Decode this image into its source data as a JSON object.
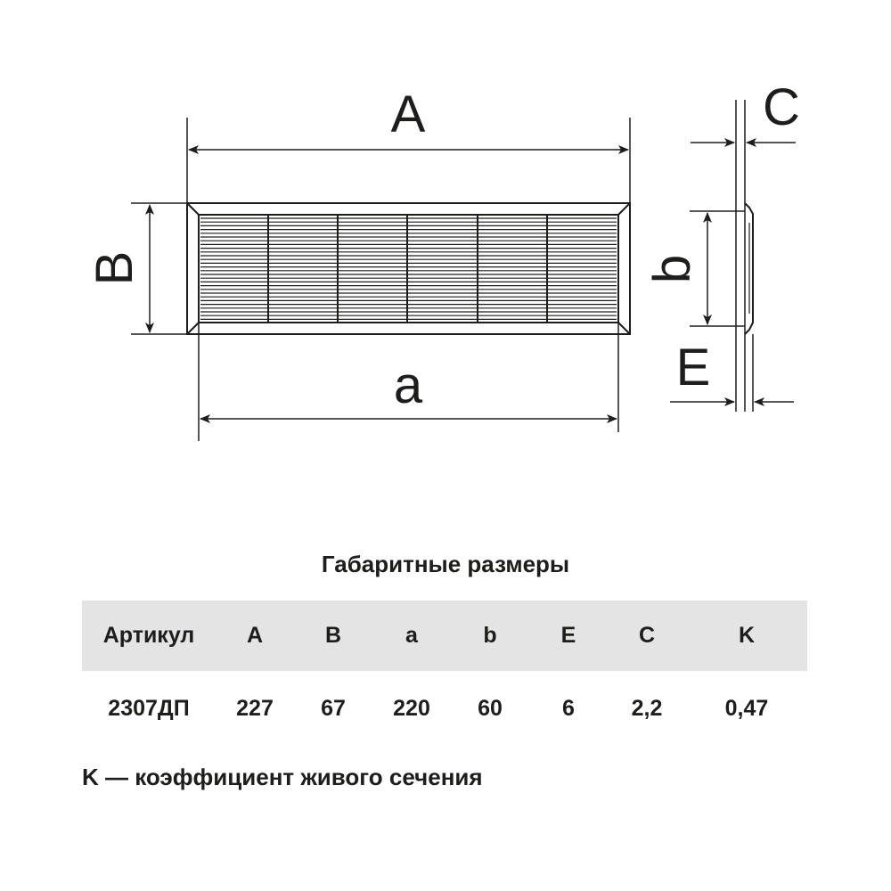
{
  "drawing": {
    "front_view": {
      "width_outer_label": "A",
      "width_inner_label": "a",
      "height_outer_label": "B"
    },
    "side_view": {
      "thickness_label": "C",
      "inner_height_label": "b",
      "depth_label": "E"
    }
  },
  "table": {
    "title": "Габаритные размеры",
    "header": {
      "article": "Артикул",
      "A": "A",
      "B": "B",
      "a": "a",
      "b": "b",
      "E": "E",
      "C": "C",
      "K": "K"
    },
    "row": {
      "article": "2307ДП",
      "A": "227",
      "B": "67",
      "a": "220",
      "b": "60",
      "E": "6",
      "C": "2,2",
      "K": "0,47"
    }
  },
  "footnote": "K — коэффициент живого сечения",
  "colors": {
    "line": "#1d1d1b",
    "header_bg": "#e4e4e4"
  }
}
